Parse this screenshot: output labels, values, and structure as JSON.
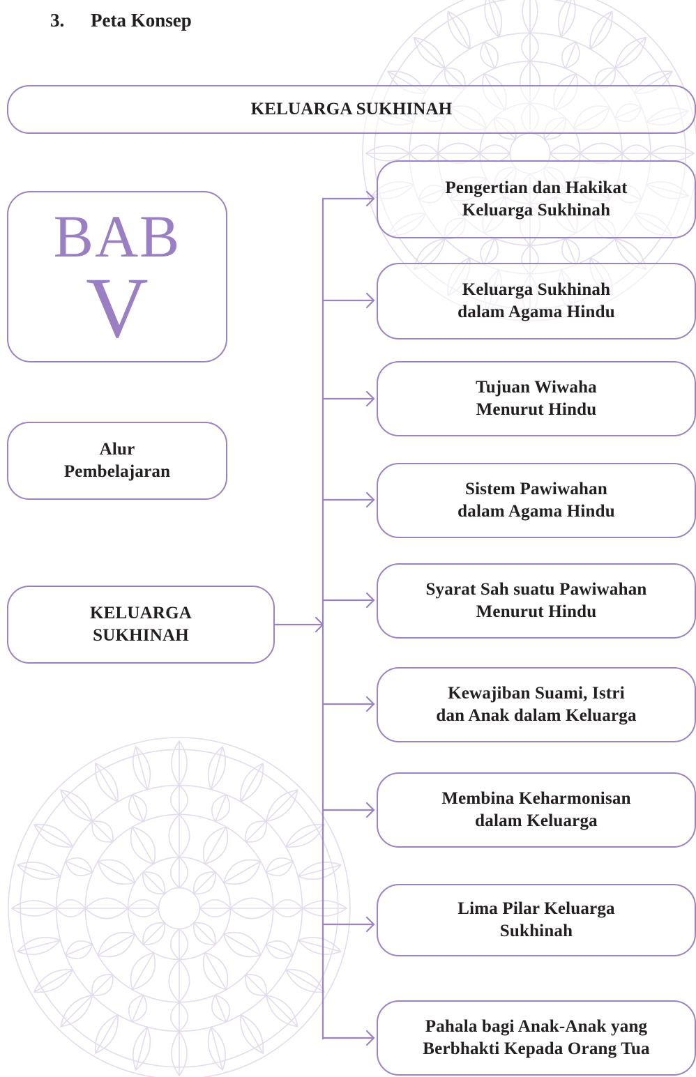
{
  "section": {
    "number": "3.",
    "title": "Peta Konsep"
  },
  "header_box": {
    "label": "KELUARGA SUKHINAH"
  },
  "chapter": {
    "word": "BAB",
    "numeral": "V"
  },
  "alur": {
    "lines": [
      "Alur",
      "Pembelajaran"
    ]
  },
  "root": {
    "lines": [
      "KELUARGA",
      "SUKHINAH"
    ]
  },
  "topics": [
    {
      "lines": [
        "Pengertian dan Hakikat",
        "Keluarga Sukhinah"
      ]
    },
    {
      "lines": [
        "Keluarga Sukhinah",
        "dalam Agama Hindu"
      ]
    },
    {
      "lines": [
        "Tujuan Wiwaha",
        "Menurut Hindu"
      ]
    },
    {
      "lines": [
        "Sistem Pawiwahan",
        "dalam Agama Hindu"
      ]
    },
    {
      "lines": [
        "Syarat Sah suatu Pawiwahan",
        "Menurut Hindu"
      ]
    },
    {
      "lines": [
        "Kewajiban Suami, Istri",
        "dan Anak dalam Keluarga"
      ]
    },
    {
      "lines": [
        "Membina Keharmonisan",
        "dalam Keluarga"
      ]
    },
    {
      "lines": [
        "Lima Pilar Keluarga",
        "Sukhinah"
      ]
    },
    {
      "lines": [
        "Pahala bagi Anak-Anak yang",
        "Berbhakti Kepada Orang Tua"
      ]
    }
  ],
  "colors": {
    "accent": "#9b82c0",
    "accent_text": "#9b7fc3",
    "text": "#231f20",
    "mandala": "#e3dced"
  }
}
